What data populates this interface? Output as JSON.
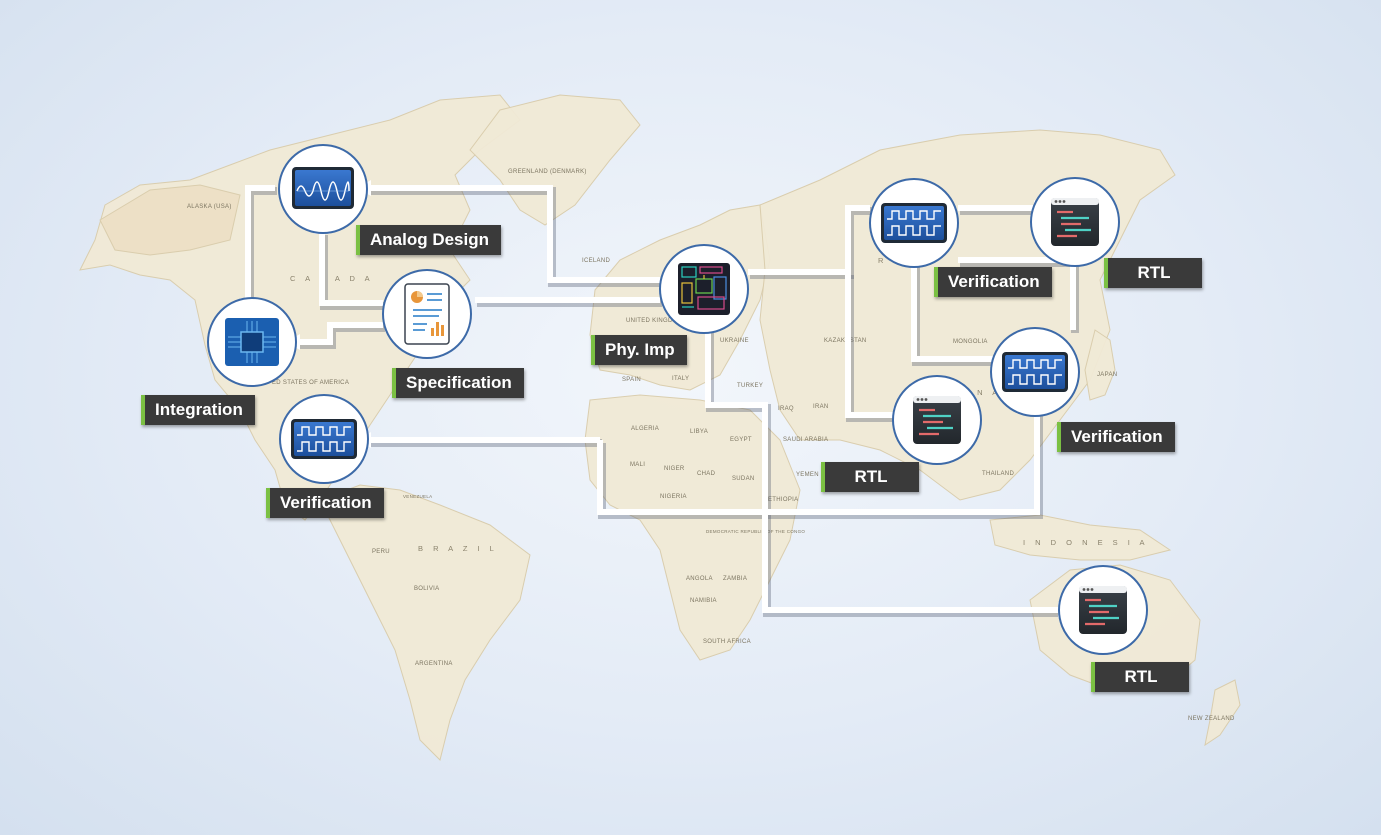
{
  "nodes": [
    {
      "id": "analog",
      "label": "Analog Design",
      "icon": "analog-waveform-icon"
    },
    {
      "id": "spec",
      "label": "Specification",
      "icon": "document-report-icon"
    },
    {
      "id": "integration",
      "label": "Integration",
      "icon": "chip-icon"
    },
    {
      "id": "verif-americas",
      "label": "Verification",
      "icon": "digital-waveform-icon"
    },
    {
      "id": "phy",
      "label": "Phy. Imp",
      "icon": "layout-icon"
    },
    {
      "id": "verif-russia",
      "label": "Verification",
      "icon": "digital-waveform-icon"
    },
    {
      "id": "rtl-russia",
      "label": "RTL",
      "icon": "code-window-icon"
    },
    {
      "id": "verif-china",
      "label": "Verification",
      "icon": "digital-waveform-icon"
    },
    {
      "id": "rtl-india",
      "label": "RTL",
      "icon": "code-window-icon"
    },
    {
      "id": "rtl-australia",
      "label": "RTL",
      "icon": "code-window-icon"
    }
  ],
  "map_labels": {
    "alaska": "ALASKA (USA)",
    "greenland": "GREENLAND (DENMARK)",
    "canada": "C A N A D A",
    "usa": "ED STATES OF AMERICA",
    "iceland": "ICELAND",
    "uk": "UNITED KINGDOM",
    "spain": "SPAIN",
    "italy": "ITALY",
    "ukraine": "UKRAINE",
    "turkey": "TURKEY",
    "kazakhstan": "KAZAKHSTAN",
    "russia": "R U",
    "mongolia": "MONGOLIA",
    "china": "I N A",
    "japan": "JAPAN",
    "iran": "IRAN",
    "iraq": "IRAQ",
    "saudi": "SAUDI ARABIA",
    "algeria": "ALGERIA",
    "libya": "LIBYA",
    "egypt": "EGYPT",
    "mali": "MALI",
    "niger": "NIGER",
    "chad": "CHAD",
    "sudan": "SUDAN",
    "nigeria": "NIGERIA",
    "ethiopia": "ETHIOPIA",
    "congo": "DEMOCRATIC REPUBLIC OF THE CONGO",
    "angola": "ANGOLA",
    "zambia": "ZAMBIA",
    "namibia": "NAMIBIA",
    "south_africa": "SOUTH AFRICA",
    "brazil": "B R A Z I L",
    "peru": "PERU",
    "bolivia": "BOLIVIA",
    "argentina": "ARGENTINA",
    "venezuela": "VENEZUELA",
    "indonesia": "I N D O N E S I A",
    "thailand": "THAILAND",
    "new_zealand": "NEW ZEALAND",
    "yemen": "YEMEN"
  },
  "colors": {
    "route": "#ffffff",
    "node_border": "#3d6aa8",
    "label_bg": "#3a3a3a",
    "label_accent": "#7bc043",
    "land": "#f1ead6"
  }
}
